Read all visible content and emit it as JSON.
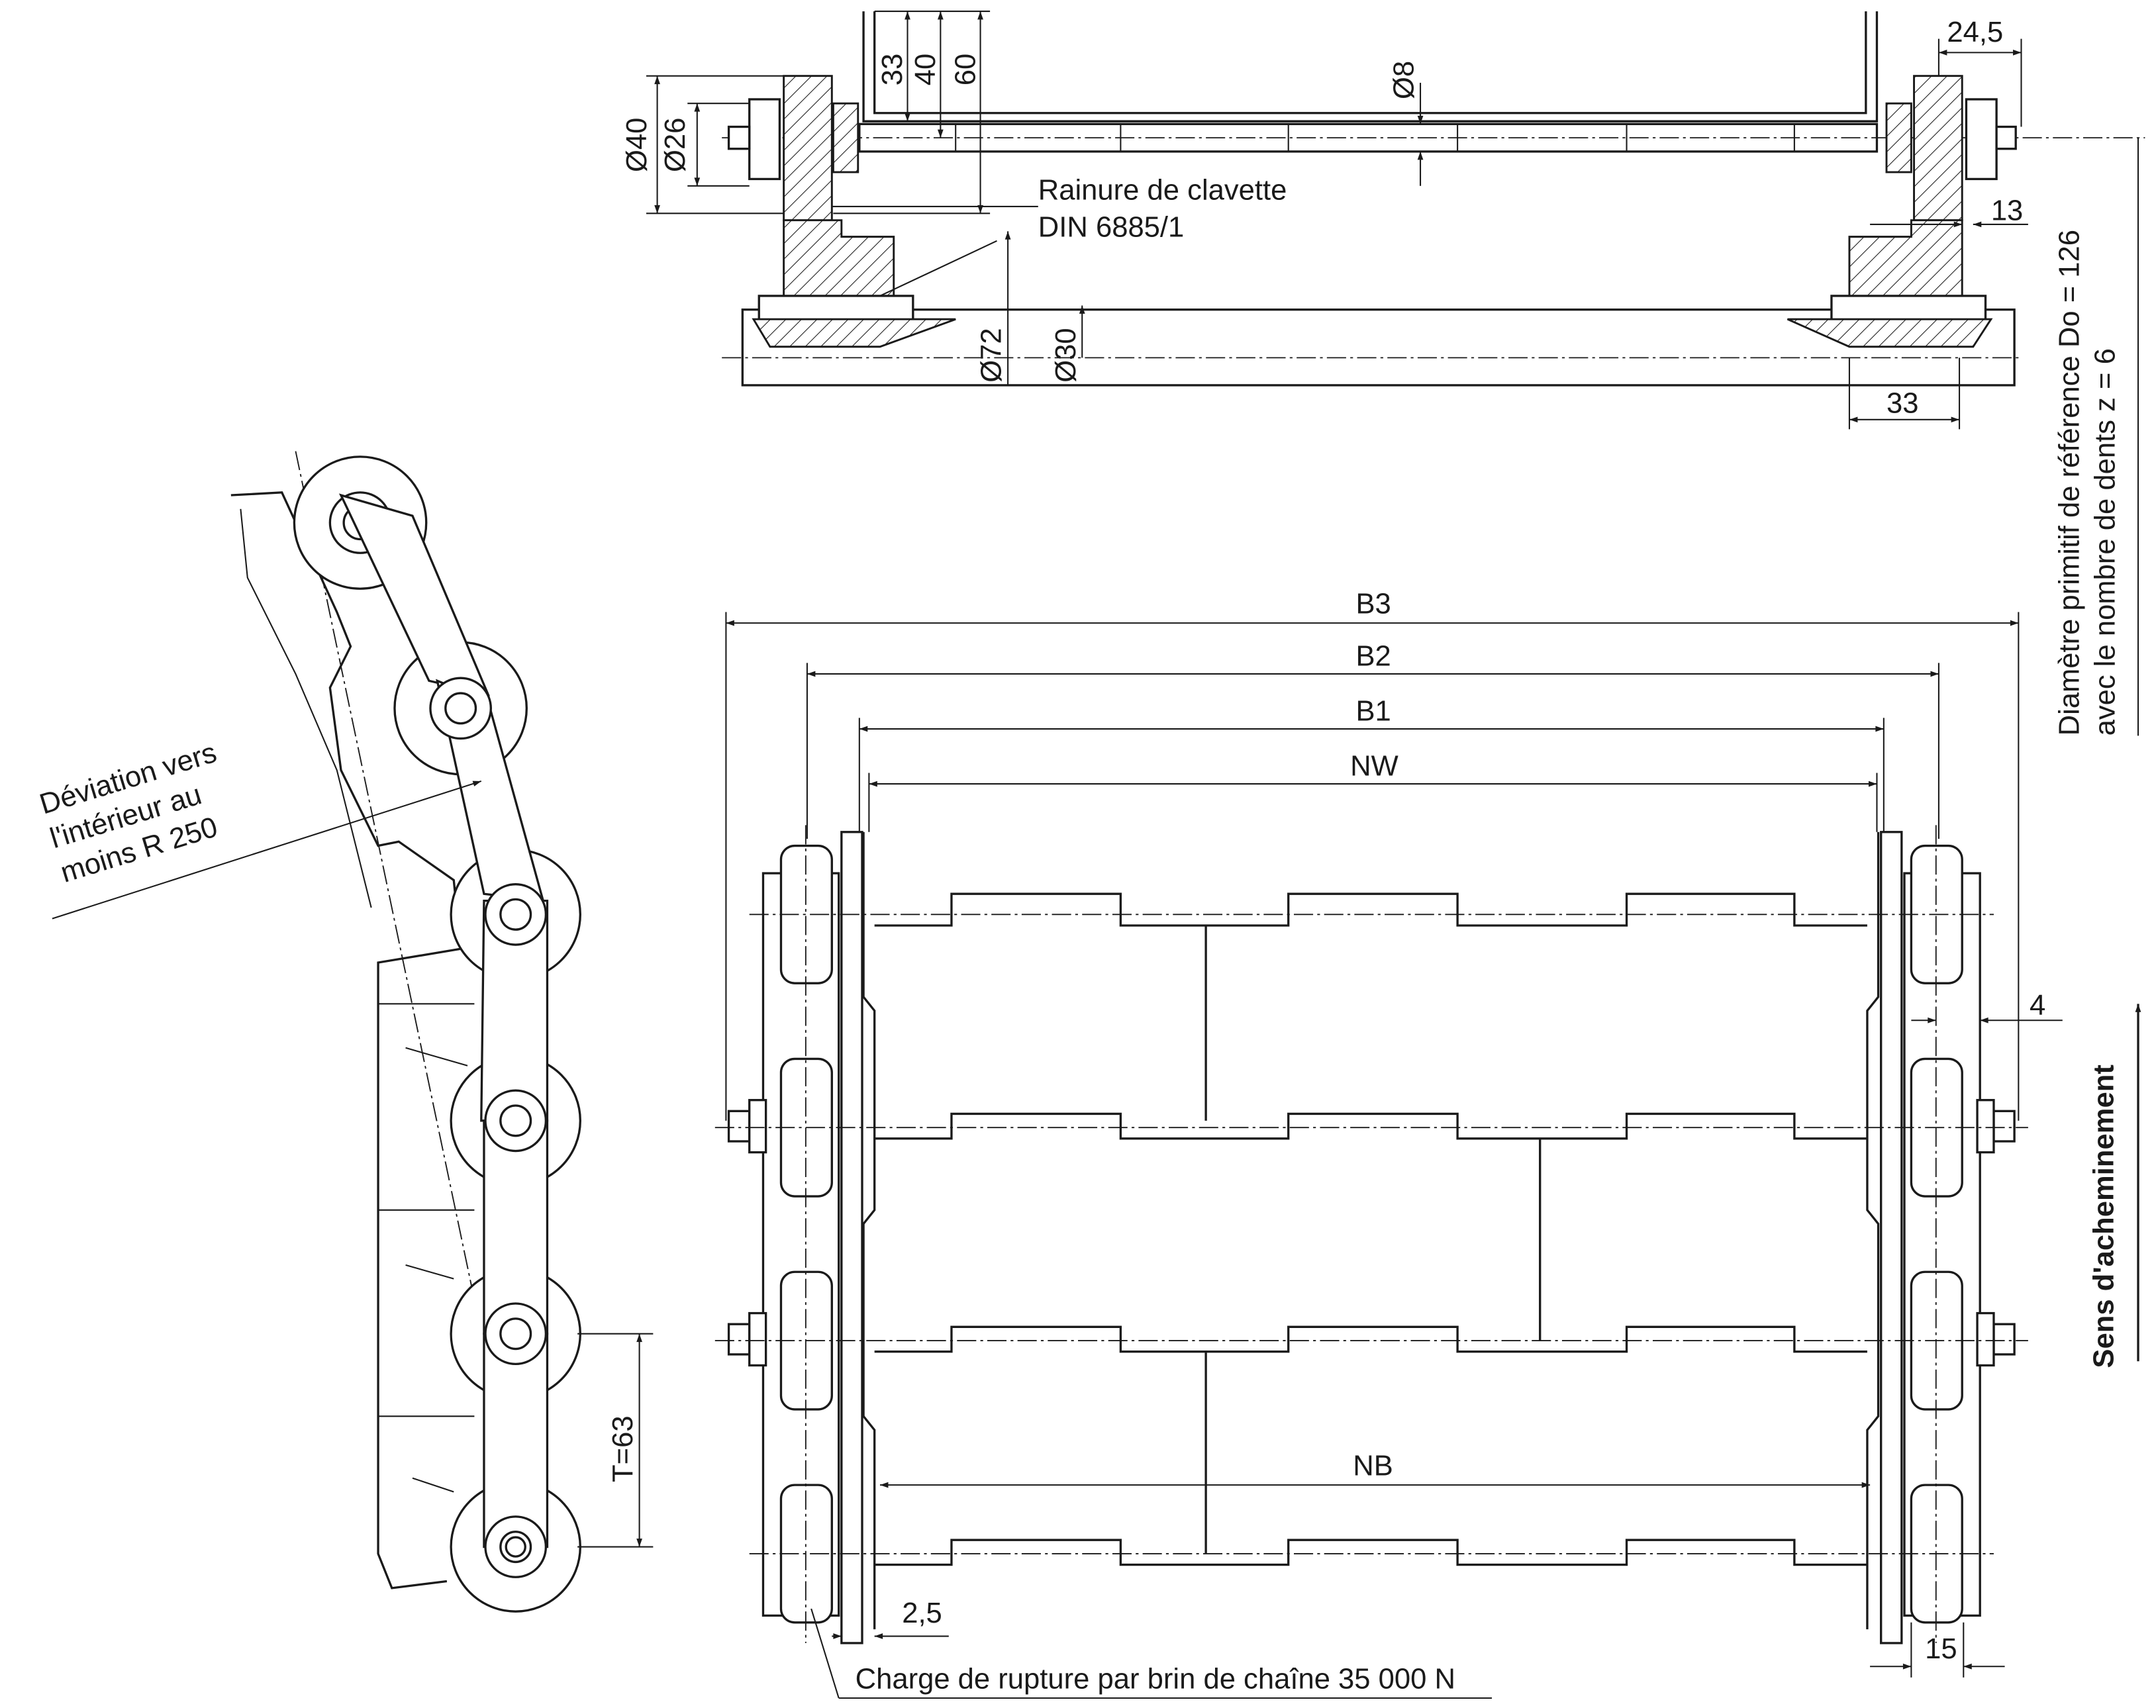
{
  "top_view": {
    "keyway_label": "Rainure de clavette",
    "keyway_standard": "DIN 6885/1",
    "dims": {
      "d40": "Ø40",
      "d26": "Ø26",
      "h33": "33",
      "h40": "40",
      "h60": "60",
      "d8": "Ø8",
      "w24_5": "24,5",
      "w13": "13",
      "d72": "Ø72",
      "d30": "Ø30",
      "w33": "33"
    },
    "pitch_note_line1": "Diamètre primitif de référence Do = 126",
    "pitch_note_line2": "avec le nombre de dents z = 6"
  },
  "side_view": {
    "deviation_line1": "Déviation vers",
    "deviation_line2": "l'intérieur au",
    "deviation_line3": "moins R 250",
    "pitch": "T=63"
  },
  "front_view": {
    "b3": "B3",
    "b2": "B2",
    "b1": "B1",
    "nw": "NW",
    "nb": "NB",
    "gap4": "4",
    "gap2_5": "2,5",
    "w15": "15",
    "breaking_load": "Charge de rupture par brin de chaîne 35 000 N",
    "direction": "Sens d'acheminement"
  }
}
